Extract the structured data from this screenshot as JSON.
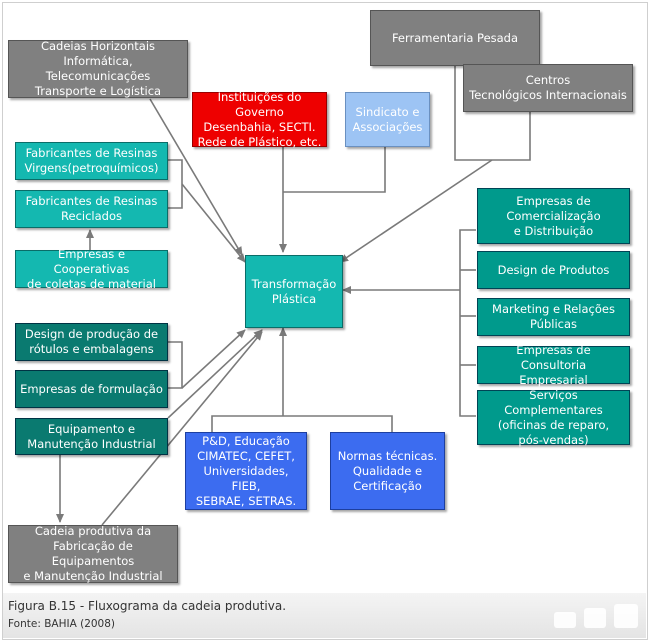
{
  "figure": {
    "caption": "Figura B.15 -  Fluxograma da cadeia produtiva.",
    "source": "Fonte: BAHIA (2008)"
  },
  "boxes": {
    "cadeias_horizontais": "Cadeias Horizontais\nInformática, Telecomunicações\nTransporte e Logística",
    "ferramentaria": "Ferramentaria Pesada",
    "centros": "Centros\nTecnológicos Internacionais",
    "instituicoes": "Instituições do Governo\nDesenbahia, SECTI.\nRede de Plástico, etc.",
    "sindicato": "Sindicato e\nAssociações",
    "resinas_virgens": "Fabricantes de Resinas\nVirgens(petroquímicos)",
    "resinas_reciclados": "Fabricantes de Resinas\nReciclados",
    "cooperativas": "Empresas e Cooperativas\nde coletas de material",
    "transformacao": "Transformação\nPlástica",
    "comercializacao": "Empresas de\nComercialização\ne Distribuição",
    "design_produtos": "Design de Produtos",
    "marketing": "Marketing e Relações\nPúblicas",
    "consultoria": "Empresas de Consultoria\nEmpresarial",
    "servicos": "Serviços Complementares\n(oficinas de reparo,\npós-vendas)",
    "design_rotulos": "Design de produção de\nrótulos e embalagens",
    "formulacao": "Empresas de formulação",
    "equipamento": "Equipamento e\nManutenção Industrial",
    "pd": "P&D, Educação\nCIMATEC, CEFET,\nUniversidades, FIEB,\nSEBRAE, SETRAS.",
    "normas": "Normas técnicas.\nQualidade e\nCertificação",
    "cadeia_equip": "Cadeia produtiva da\nFabricação de Equipamentos\ne Manutenção Industrial"
  },
  "colors": {
    "gray": "#808080",
    "teal": "#009a8c",
    "teal_light": "#14b8b0",
    "red": "#ee0000",
    "light_blue": "#9dc4f4",
    "blue": "#3c6cf0",
    "connector": "#7a7a7a"
  }
}
